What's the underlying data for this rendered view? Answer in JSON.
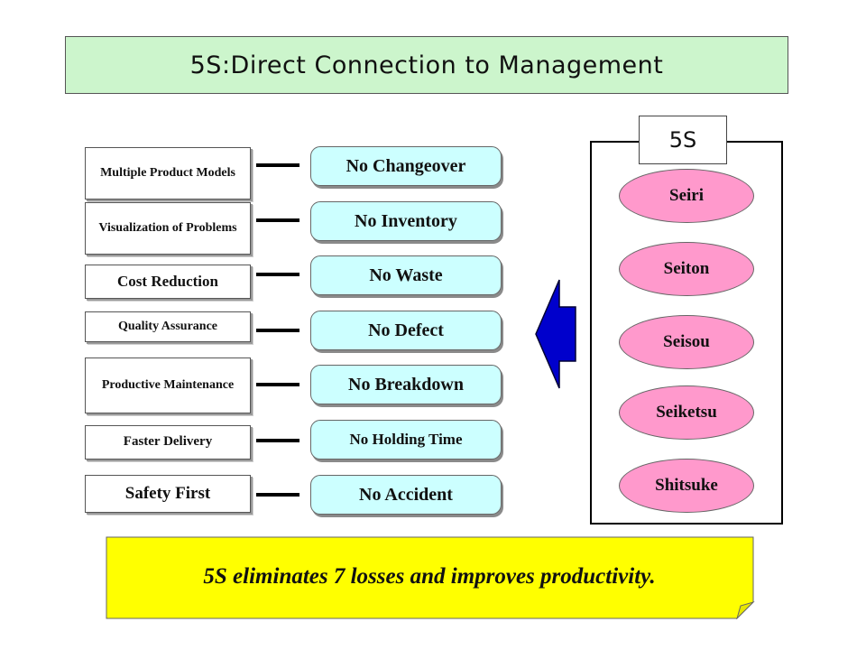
{
  "title": "5S:Direct Connection to Management",
  "benefits": [
    "Multiple Product Models",
    "Visualization of Problems",
    "Cost Reduction",
    "Quality Assurance",
    "Productive Maintenance",
    "Faster Delivery",
    "Safety First"
  ],
  "no_items": [
    "No Changeover",
    "No Inventory",
    "No Waste",
    "No Defect",
    "No Breakdown",
    "No Holding Time",
    "No Accident"
  ],
  "five_s": {
    "label": "5S",
    "items": [
      "Seiri",
      "Seiton",
      "Seisou",
      "Seiketsu",
      "Shitsuke"
    ]
  },
  "footer": "5S eliminates 7 losses and improves productivity.",
  "colors": {
    "title_bg": "#ccf5cc",
    "pill_bg": "#ccffff",
    "oval_bg": "#ff99cc",
    "arrow": "#0000cc",
    "callout_bg": "#ffff00"
  }
}
